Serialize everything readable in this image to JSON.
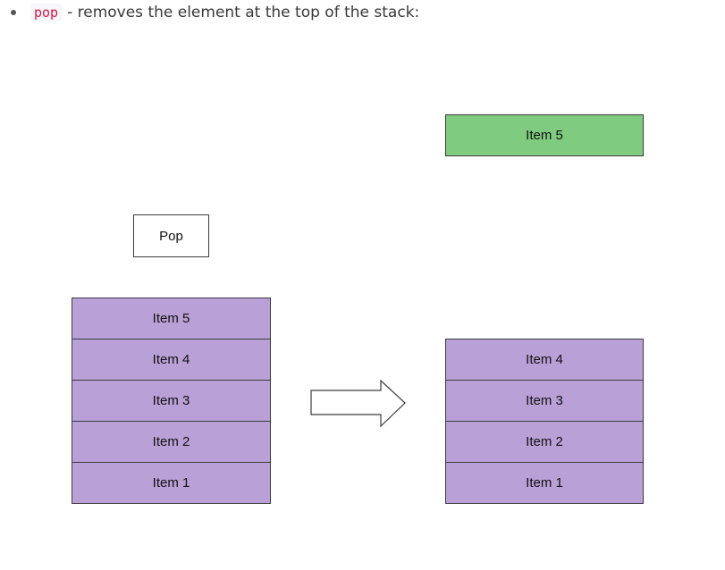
{
  "header": {
    "code": "pop",
    "description": "- removes the element at the top of the stack:"
  },
  "pop_label": "Pop",
  "popped_item": "Item 5",
  "stack_before": [
    "Item 5",
    "Item 4",
    "Item 3",
    "Item 2",
    "Item 1"
  ],
  "stack_after": [
    "Item 4",
    "Item 3",
    "Item 2",
    "Item 1"
  ],
  "colors": {
    "stack_fill": "#b9a0d6",
    "popped_fill": "#7fcb7f",
    "border": "#3c3c3c",
    "code_text": "#dd1144"
  }
}
